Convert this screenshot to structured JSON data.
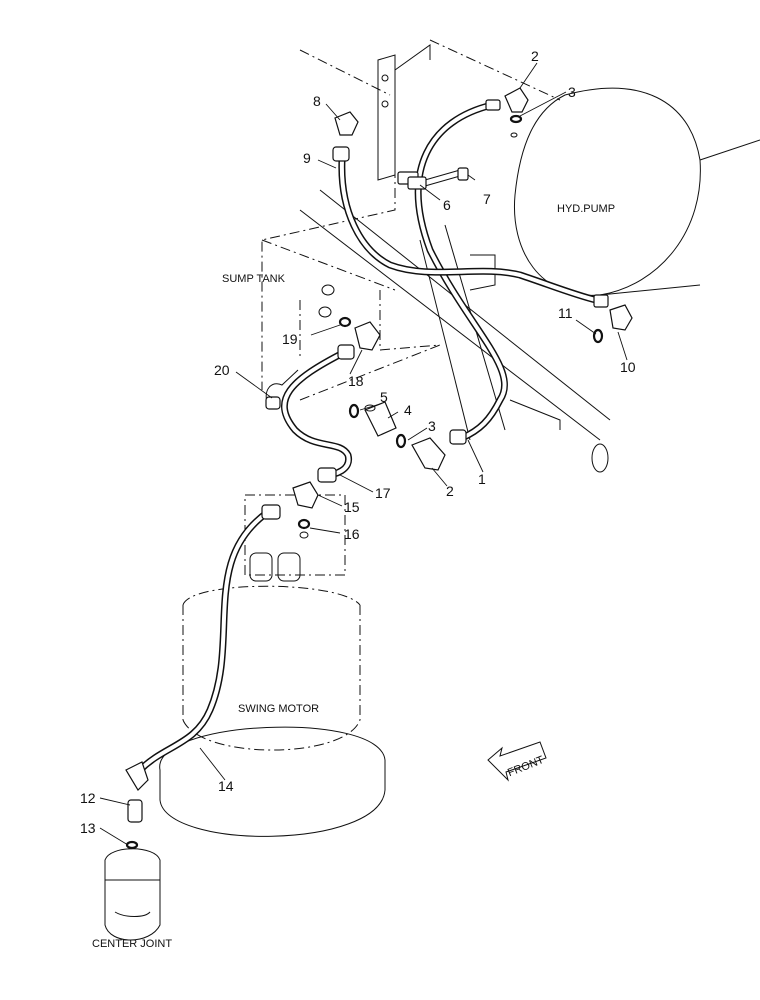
{
  "labels": {
    "hyd_pump": "HYD.PUMP",
    "sump_tank": "SUMP TANK",
    "swing_motor": "SWING MOTOR",
    "center_joint": "CENTER JOINT",
    "front": "FRONT"
  },
  "callouts": [
    {
      "id": "c1",
      "text": "1"
    },
    {
      "id": "c2a",
      "text": "2"
    },
    {
      "id": "c2b",
      "text": "2"
    },
    {
      "id": "c3a",
      "text": "3"
    },
    {
      "id": "c3b",
      "text": "3"
    },
    {
      "id": "c4",
      "text": "4"
    },
    {
      "id": "c5",
      "text": "5"
    },
    {
      "id": "c6",
      "text": "6"
    },
    {
      "id": "c7",
      "text": "7"
    },
    {
      "id": "c8",
      "text": "8"
    },
    {
      "id": "c9",
      "text": "9"
    },
    {
      "id": "c10",
      "text": "10"
    },
    {
      "id": "c11",
      "text": "11"
    },
    {
      "id": "c12",
      "text": "12"
    },
    {
      "id": "c13",
      "text": "13"
    },
    {
      "id": "c14",
      "text": "14"
    },
    {
      "id": "c15",
      "text": "15"
    },
    {
      "id": "c16",
      "text": "16"
    },
    {
      "id": "c17",
      "text": "17"
    },
    {
      "id": "c18",
      "text": "18"
    },
    {
      "id": "c19",
      "text": "19"
    },
    {
      "id": "c20",
      "text": "20"
    }
  ]
}
